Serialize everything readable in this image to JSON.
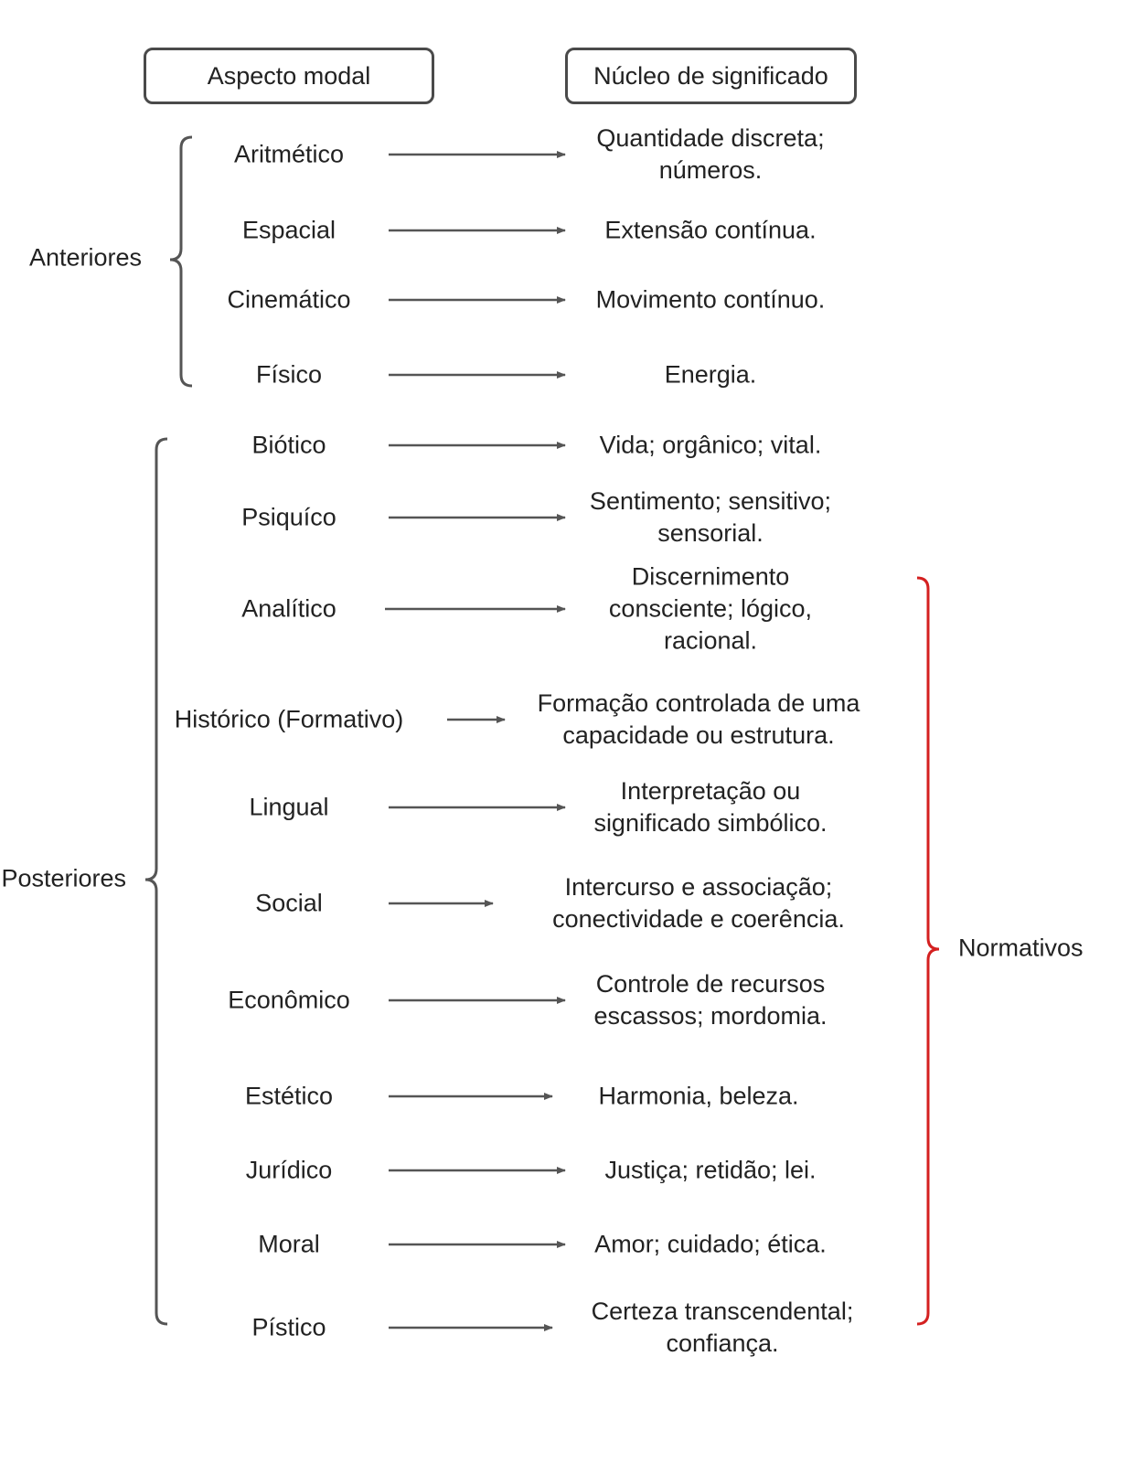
{
  "headers": {
    "aspect": "Aspecto modal",
    "meaning": "Núcleo de significado"
  },
  "groups": {
    "anteriores": "Anteriores",
    "posteriores": "Posteriores",
    "normativos": "Normativos"
  },
  "rows": [
    {
      "aspect": "Aritmético",
      "meaning": "Quantidade discreta;\nnúmeros."
    },
    {
      "aspect": "Espacial",
      "meaning": "Extensão contínua."
    },
    {
      "aspect": "Cinemático",
      "meaning": "Movimento contínuo."
    },
    {
      "aspect": "Físico",
      "meaning": "Energia."
    },
    {
      "aspect": "Biótico",
      "meaning": "Vida; orgânico; vital."
    },
    {
      "aspect": "Psiquíco",
      "meaning": "Sentimento; sensitivo;\nsensorial."
    },
    {
      "aspect": "Analítico",
      "meaning": "Discernimento\nconsciente; lógico,\nracional."
    },
    {
      "aspect": "Histórico (Formativo)",
      "meaning": "Formação controlada de uma\ncapacidade ou estrutura."
    },
    {
      "aspect": "Lingual",
      "meaning": "Interpretação ou\nsignificado simbólico."
    },
    {
      "aspect": "Social",
      "meaning": "Intercurso e associação;\nconectividade e coerência."
    },
    {
      "aspect": "Econômico",
      "meaning": "Controle de recursos\nescassos; mordomia."
    },
    {
      "aspect": "Estético",
      "meaning": "Harmonia, beleza."
    },
    {
      "aspect": "Jurídico",
      "meaning": "Justiça; retidão; lei."
    },
    {
      "aspect": "Moral",
      "meaning": "Amor; cuidado; ética."
    },
    {
      "aspect": "Pístico",
      "meaning": "Certeza transcendental;\nconfiança."
    }
  ],
  "colors": {
    "line": "#555555",
    "normative_brace": "#d42020",
    "text": "#222222"
  }
}
